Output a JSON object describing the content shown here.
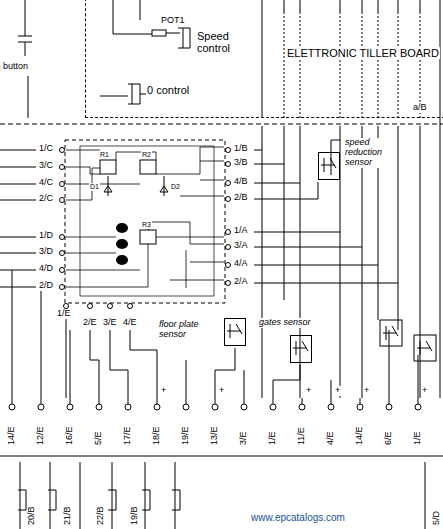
{
  "diagram": {
    "nodes": [
      {
        "text": [
          "ELETTRONIC TILLER BOARD"
        ]
      },
      {
        "text": [
          "speed reduction sensor"
        ]
      },
      {
        "text": [
          "floor plate sensor"
        ]
      },
      {
        "text": [
          "gates sensor"
        ]
      }
    ],
    "labels": [
      "button",
      "POT1",
      "Speed control",
      "0 control",
      "a/B",
      "1/C",
      "3/C",
      "4/C",
      "2/C",
      "1/D",
      "3/D",
      "4/D",
      "2/D",
      "1/B",
      "3/B",
      "4/B",
      "2/B",
      "1/A",
      "3/A",
      "4/A",
      "2/A",
      "1/E",
      "2/E",
      "3/E",
      "4/E",
      "R1",
      "R2",
      "R3",
      "D1",
      "D2",
      "14/E",
      "12/E",
      "16/E",
      "5/E",
      "17/E",
      "18/E",
      "19/E",
      "13/E",
      "3/E",
      "1/E",
      "11/E",
      "4/E",
      "14/E",
      "6/E",
      "1/E",
      "+",
      "+",
      "+",
      "+",
      "+",
      "+",
      "20/B",
      "21/B",
      "22/B",
      "19/B",
      "5/D",
      "www.epcatalogs.com"
    ]
  }
}
